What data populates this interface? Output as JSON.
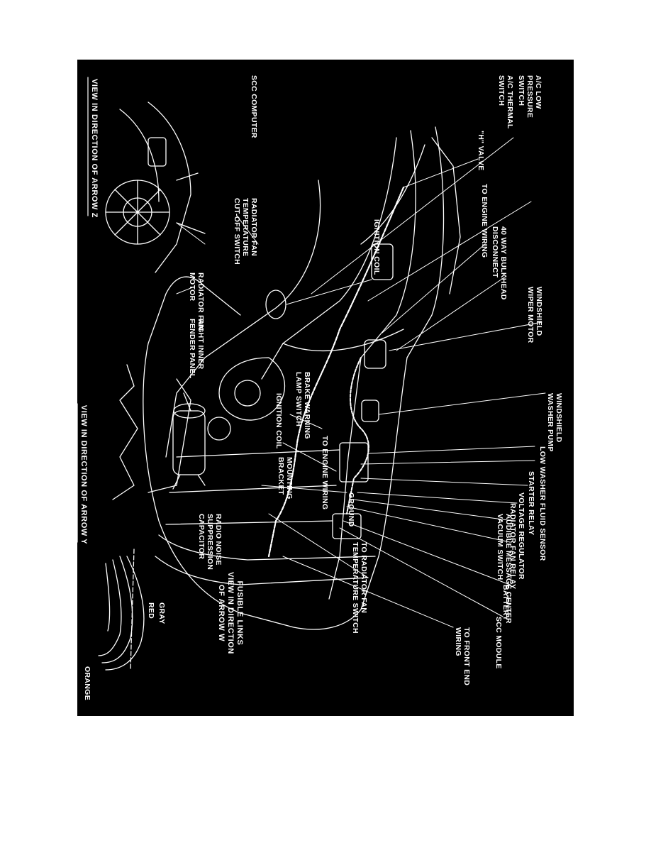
{
  "callouts": {
    "ac_low_pressure_switch": "A/C LOW\nPRESSURE\nSWITCH",
    "ac_thermal_switch": "A/C THERMAL\nSWITCH",
    "h_valve": "\"H\" VALVE",
    "to_engine_wiring_top": "TO ENGINE WIRING",
    "bulkhead_disconnect": "40 WAY BULKHEAD\nDISCONNECT",
    "windshield_wiper_motor": "WINDSHIELD\nWIPER MOTOR",
    "ignition_coil_main": "IGNITION COIL",
    "windshield_washer_pump": "WINDSHIELD\nWASHER PUMP",
    "low_washer_fluid_sensor": "LOW WASHER FLUID SENSOR",
    "starter_relay": "STARTER RELAY",
    "voltage_regulator": "VOLTAGE REGULATOR",
    "radiator_fan_relay": "RADIATOR FAN RELAY",
    "audible_message_center": "AUDIBLE MESSAGE CENTER\nVACUUM SWITCH",
    "battery": "BATTERY",
    "scc_module": "SCC MODULE",
    "to_front_end_wiring": "TO FRONT END\nWIRING",
    "to_radiator_fan_temp_switch": "TO RADIATOR FAN\nTEMPERATURE SWITCH",
    "ground": "GROUND",
    "to_engine_wiring_bottom": "TO ENGINE WIRING",
    "brake_warning_lamp_switch": "BRAKE WARNING\nLAMP SWITCH",
    "scc_computer": "SCC COMPUTER",
    "radiator_fan_temp_cutoff": "RADIATOR FAN\nTEMPERATURE\nCUT-OFF SWITCH",
    "radiator_fan_motor": "RADIATOR FAN\nMOTOR",
    "right_inner_fender_panel": "RIGHT INNER\nFENDER PANEL",
    "ignition_coil_detail": "IGNITION COIL",
    "mounting_bracket": "MOUNTING\nBRACKET",
    "radio_noise_capacitor": "RADIO NOISE\nSUPPRESSION\nCAPACITOR"
  },
  "fusible_links": {
    "caption_line1": "FUSIBLE LINKS",
    "caption_line2": "VIEW IN DIRECTION",
    "caption_line3": "OF ARROW W",
    "gray": "GRAY",
    "red": "RED",
    "orange": "ORANGE"
  },
  "captions": {
    "arrow_z": "VIEW IN DIRECTION OF ARROW Z",
    "arrow_y": "VIEW IN DIRECTION OF ARROW Y"
  },
  "colors": {
    "background": "#000000",
    "ink": "#ffffff",
    "page": "#ffffff"
  }
}
